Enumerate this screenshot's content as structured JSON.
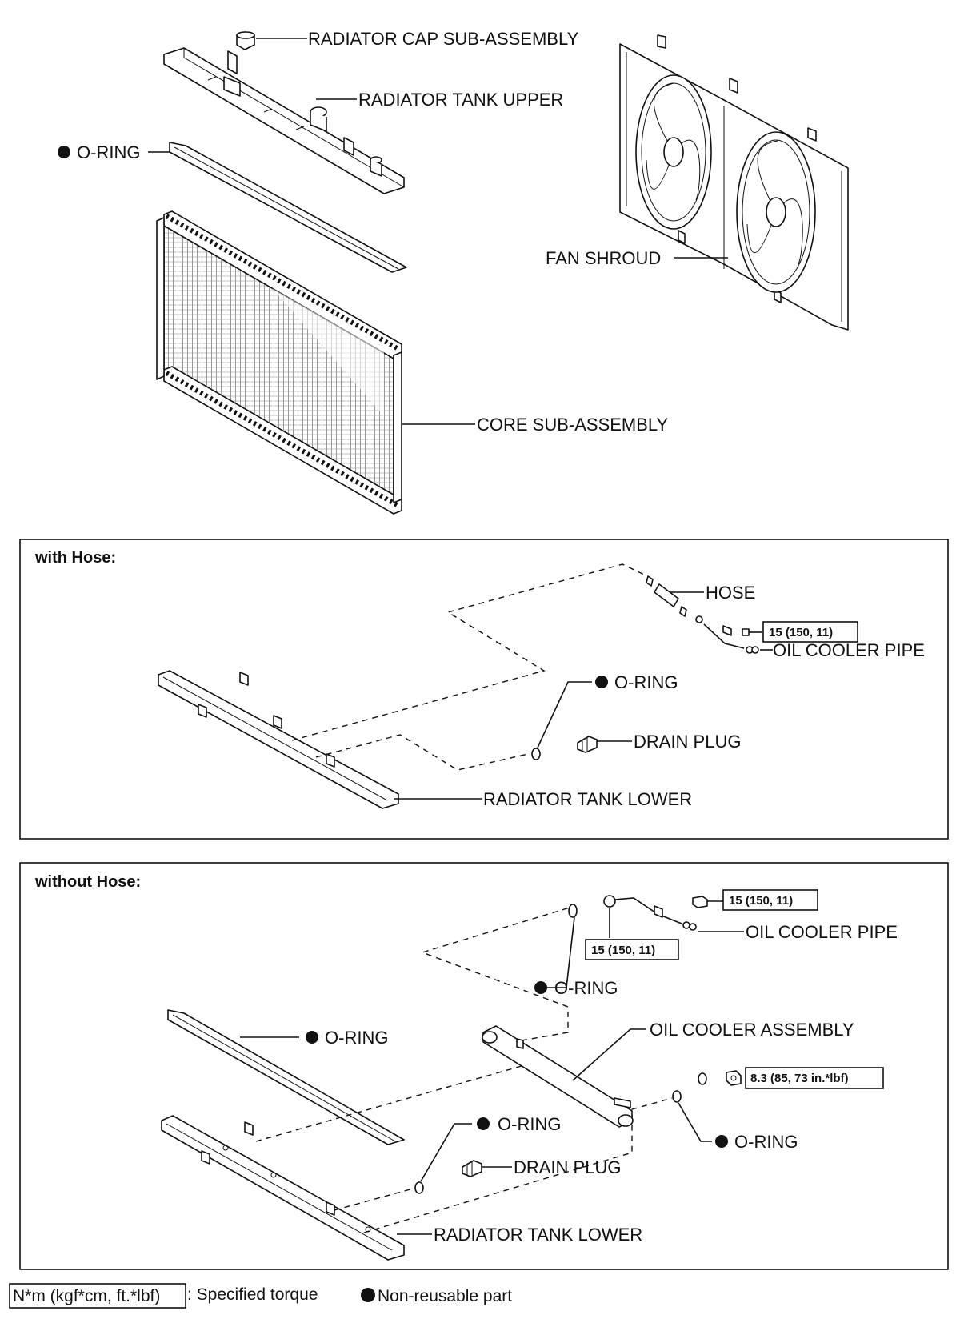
{
  "top": {
    "radiator_cap": "RADIATOR CAP SUB-ASSEMBLY",
    "tank_upper": "RADIATOR TANK UPPER",
    "o_ring": "O-RING",
    "fan_shroud": "FAN SHROUD",
    "core": "CORE SUB-ASSEMBLY"
  },
  "with_hose": {
    "title": "with Hose:",
    "hose": "HOSE",
    "torque": "15 (150, 11)",
    "oil_cooler_pipe": "OIL COOLER PIPE",
    "o_ring": "O-RING",
    "drain_plug": "DRAIN PLUG",
    "tank_lower": "RADIATOR TANK LOWER"
  },
  "without_hose": {
    "title": "without Hose:",
    "torque_bolt": "15 (150, 11)",
    "torque_pipe": "15 (150, 11)",
    "oil_cooler_pipe": "OIL COOLER PIPE",
    "o_ring_pipe": "O-RING",
    "o_ring_gasket": "O-RING",
    "oil_cooler_assembly": "OIL COOLER ASSEMBLY",
    "torque_nut": "8.3 (85, 73 in.*lbf)",
    "o_ring_drain": "O-RING",
    "o_ring_nut": "O-RING",
    "drain_plug": "DRAIN PLUG",
    "tank_lower": "RADIATOR TANK LOWER"
  },
  "legend": {
    "torque_box": "N*m (kgf*cm, ft.*lbf)",
    "torque_desc": ": Specified torque",
    "non_reusable": "Non-reusable part"
  }
}
